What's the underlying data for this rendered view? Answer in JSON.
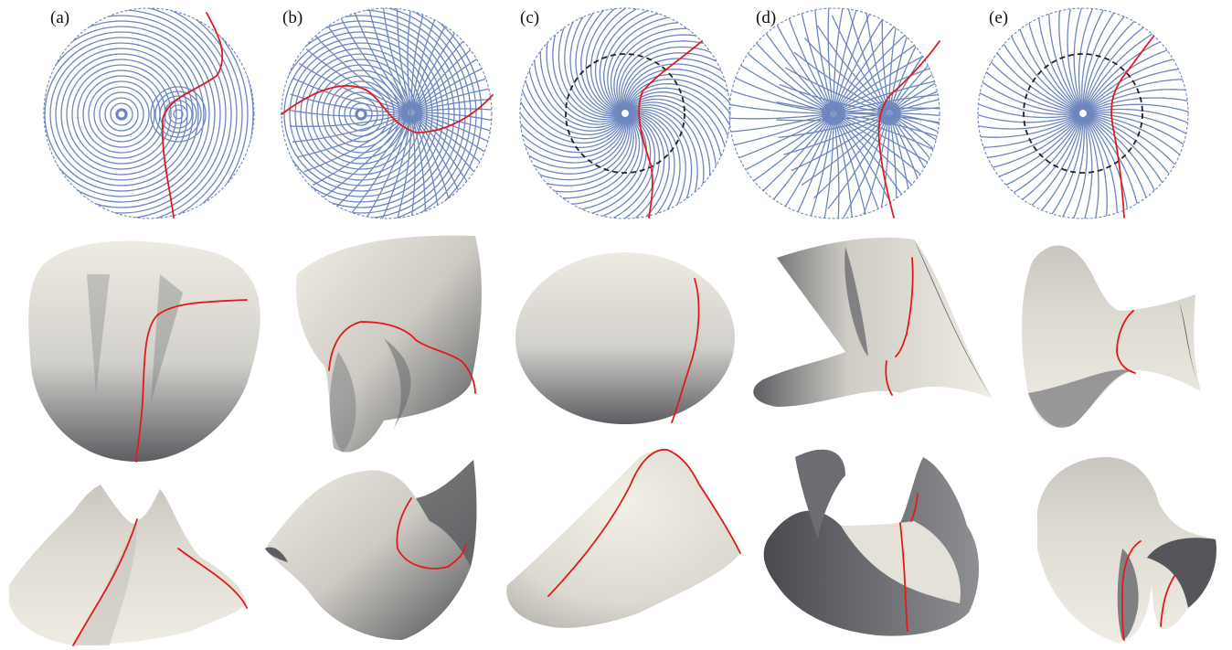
{
  "figure": {
    "panels": [
      {
        "label": "(a)"
      },
      {
        "label": "(b)"
      },
      {
        "label": "(c)"
      },
      {
        "label": "(d)"
      },
      {
        "label": "(e)"
      }
    ]
  },
  "colors": {
    "curves": "#6e86be",
    "crease": "#e01b1b",
    "dashed_circle": "#222222",
    "surface_light": "#e9e6dd",
    "surface_dark": "#55565b"
  }
}
